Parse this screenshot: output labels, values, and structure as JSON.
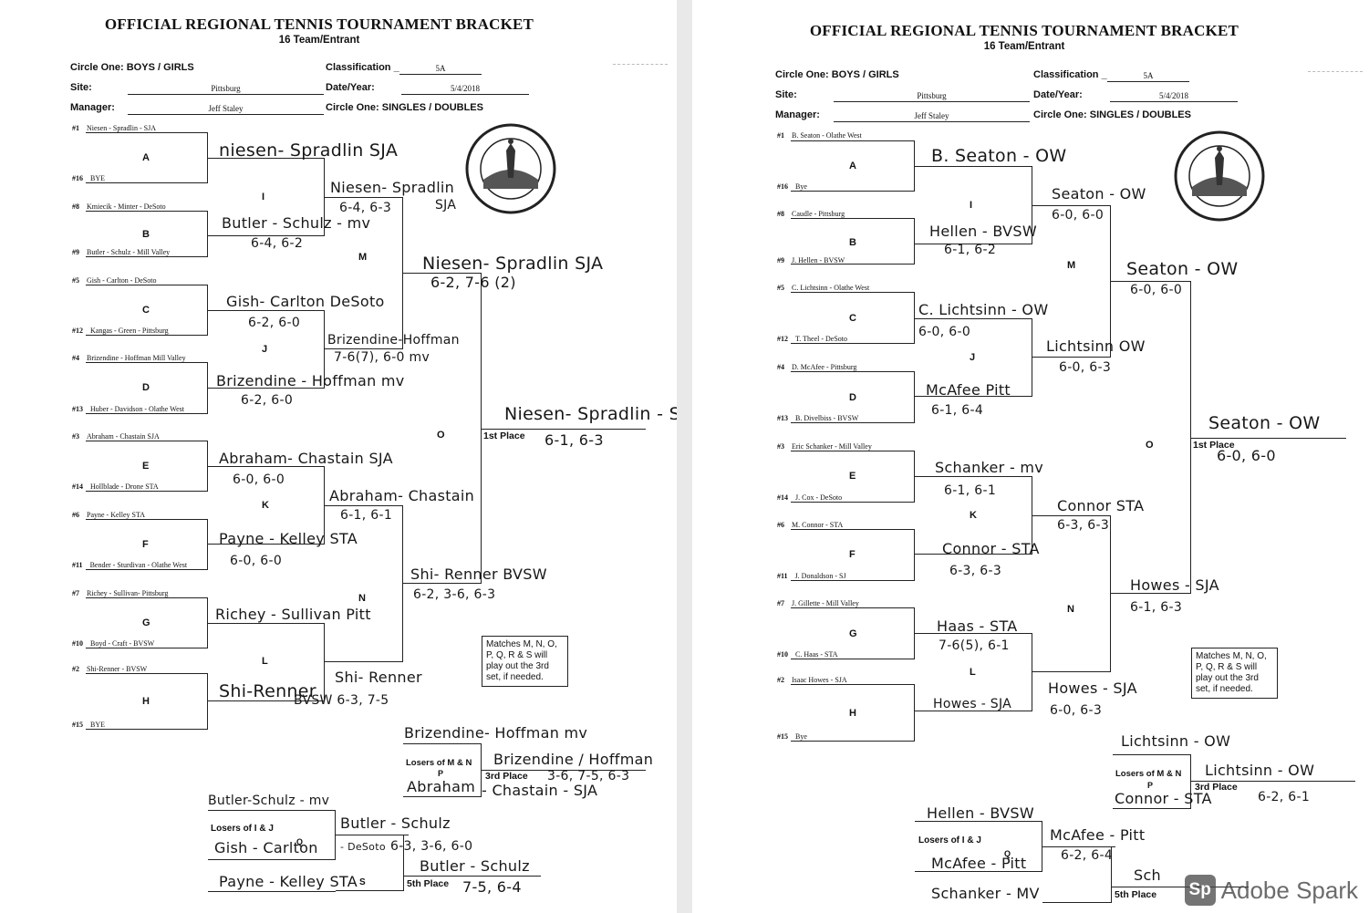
{
  "header": {
    "title": "OFFICIAL REGIONAL TENNIS  TOURNAMENT BRACKET",
    "subtitle": "16 Team/Entrant"
  },
  "form_labels": {
    "circle_one_gender": "Circle One:  BOYS  /  GIRLS",
    "classification": "Classification _",
    "site": "Site:",
    "date_year": "Date/Year:",
    "manager": "Manager:",
    "circle_one_type": "Circle One:  SINGLES  /  DOUBLES"
  },
  "match_letters": {
    "A": "A",
    "B": "B",
    "C": "C",
    "D": "D",
    "E": "E",
    "F": "F",
    "G": "G",
    "H": "H",
    "I": "I",
    "J": "J",
    "K": "K",
    "L": "L",
    "M": "M",
    "N": "N",
    "O": "O",
    "P": "P",
    "Q": "Q",
    "S": "S"
  },
  "places": {
    "first": "1st Place",
    "third": "3rd Place",
    "fifth": "5th Place",
    "losers_mn": "Losers of M & N",
    "losers_ij": "Losers of I & J"
  },
  "note_box": "Matches M, N, O, P, Q, R & S will play out the 3rd set, if needed.",
  "left": {
    "classification": "5A",
    "site": "Pittsburg",
    "date": "5/4/2018",
    "manager": "Jeff Staley",
    "seeds": [
      {
        "seed": "#1",
        "name": "Niesen - Spradlin - SJA"
      },
      {
        "seed": "#16",
        "name": "BYE"
      },
      {
        "seed": "#8",
        "name": "Kmiecik - Minter - DeSoto"
      },
      {
        "seed": "#9",
        "name": "Butler - Schulz - Mill Valley"
      },
      {
        "seed": "#5",
        "name": "Gish - Carlton - DeSoto"
      },
      {
        "seed": "#12",
        "name": "Kangas - Green - Pittsburg"
      },
      {
        "seed": "#4",
        "name": "Brizendine - Hoffman Mill Valley"
      },
      {
        "seed": "#13",
        "name": "Huber - Davidson - Olathe West"
      },
      {
        "seed": "#3",
        "name": "Abraham - Chastain SJA"
      },
      {
        "seed": "#14",
        "name": "Hollblade - Drone STA"
      },
      {
        "seed": "#6",
        "name": "Payne - Kelley STA"
      },
      {
        "seed": "#11",
        "name": "Bender - Sturdivan - Olathe West"
      },
      {
        "seed": "#7",
        "name": "Richey - Sullivan- Pittsburg"
      },
      {
        "seed": "#10",
        "name": "Boyd - Craft - BVSW"
      },
      {
        "seed": "#2",
        "name": "Shi-Renner - BVSW"
      },
      {
        "seed": "#15",
        "name": "BYE"
      }
    ],
    "hw": {
      "a": "niesen- Spradlin SJA",
      "b1": "Butler - Schulz - mv",
      "b2": "6-4, 6-2",
      "c1": "Gish- Carlton DeSoto",
      "c2": "6-2, 6-0",
      "d1": "Brizendine - Hoffman mv",
      "d2": "6-2, 6-0",
      "e1": "Abraham- Chastain SJA",
      "e2": "6-0, 6-0",
      "f1": "Payne - Kelley STA",
      "f2": "6-0, 6-0",
      "g1": "Richey - Sullivan Pitt",
      "h1": "Shi-Renner",
      "i1": "Niesen- Spradlin",
      "i2": "6-4, 6-3",
      "i3": "SJA",
      "j1": "Brizendine-Hoffman",
      "j2": "7-6(7), 6-0   mv",
      "k1": "Abraham- Chastain",
      "k2": "6-1, 6-1",
      "l1": "Shi- Renner",
      "l2": "BVSW  6-3, 7-5",
      "m1": "Niesen- Spradlin SJA",
      "m2": "6-2, 7-6 (2)",
      "n1": "Shi- Renner BVSW",
      "n2": "6-2, 3-6, 6-3",
      "o1": "Niesen- Spradlin - SJ",
      "o2": "6-1, 6-3",
      "p_top": "Brizendine- Hoffman mv",
      "p_bot": "Abraham",
      "p_win": "Brizendine / Hoffman",
      "p_score": "3-6, 7-5, 6-3",
      "p_bot2": "- Chastain - SJA",
      "q_top": "Butler-Schulz - mv",
      "q_mid": "Gish - Carlton",
      "q_mid2": "- DeSoto",
      "q_win": "Butler - Schulz",
      "q_score": "6-3, 3-6, 6-0",
      "s_top": "Payne - Kelley STA",
      "s_win": "Butler - Schulz",
      "s_score": "7-5, 6-4"
    }
  },
  "right": {
    "classification": "5A",
    "site": "Pittsburg",
    "date": "5/4/2018",
    "manager": "Jeff Staley",
    "seeds": [
      {
        "seed": "#1",
        "name": "B. Seaton - Olathe West"
      },
      {
        "seed": "#16",
        "name": "Bye"
      },
      {
        "seed": "#8",
        "name": "Caudle - Pittsburg"
      },
      {
        "seed": "#9",
        "name": "J. Hellen - BVSW"
      },
      {
        "seed": "#5",
        "name": "C. Lichtsinn - Olathe West"
      },
      {
        "seed": "#12",
        "name": "T. Theel - DeSoto"
      },
      {
        "seed": "#4",
        "name": "D. McAfee - Pittsburg"
      },
      {
        "seed": "#13",
        "name": "B. Divelbiss - BVSW"
      },
      {
        "seed": "#3",
        "name": "Eric Schanker - Mill Valley"
      },
      {
        "seed": "#14",
        "name": "J. Cox - DeSoto"
      },
      {
        "seed": "#6",
        "name": "M. Connor - STA"
      },
      {
        "seed": "#11",
        "name": "J. Donaldson - SJ"
      },
      {
        "seed": "#7",
        "name": "J. Gillette - Mill Valley"
      },
      {
        "seed": "#10",
        "name": "C. Haas - STA"
      },
      {
        "seed": "#2",
        "name": "Isaac Howes  -  SJA"
      },
      {
        "seed": "#15",
        "name": "Bye"
      }
    ],
    "hw": {
      "a": "B. Seaton - OW",
      "b1": "Hellen - BVSW",
      "b2": "6-1, 6-2",
      "c1": "C. Lichtsinn - OW",
      "c2": "6-0, 6-0",
      "d1": "McAfee Pitt",
      "d2": "6-1, 6-4",
      "e1": "Schanker - mv",
      "e2": "6-1, 6-1",
      "f1": "Connor - STA",
      "f2": "6-3, 6-3",
      "g1": "Haas - STA",
      "g2": "7-6(5), 6-1",
      "h1": "Howes - SJA",
      "i1": "Seaton - OW",
      "i2": "6-0, 6-0",
      "j1": "Lichtsinn OW",
      "j2": "6-0, 6-3",
      "k1": "Connor STA",
      "k2": "6-3, 6-3",
      "l1": "Howes - SJA",
      "l2": "6-0, 6-3",
      "m1": "Seaton - OW",
      "m2": "6-0, 6-0",
      "n1": "Howes - SJA",
      "n2": "6-1, 6-3",
      "o1": "Seaton - OW",
      "o2": "6-0, 6-0",
      "p_top": "Lichtsinn - OW",
      "p_bot": "Connor - STA",
      "p_win": "Lichtsinn - OW",
      "p_score": "6-2, 6-1",
      "q_top": "Hellen - BVSW",
      "q_mid": "McAfee - Pitt",
      "q_win": "McAfee - Pitt",
      "q_score": "6-2, 6-4",
      "s_top": "Schanker - MV",
      "s_win": "Sch"
    }
  },
  "watermark": {
    "logo": "Sp",
    "text": "Adobe Spark"
  }
}
